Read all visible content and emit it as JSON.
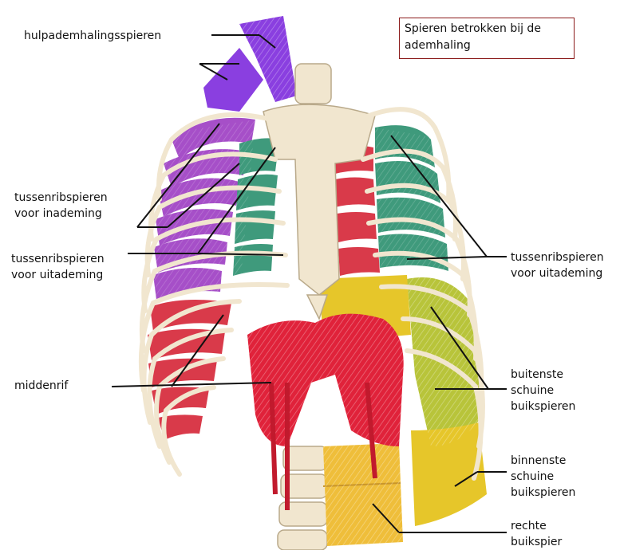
{
  "title": {
    "line1": "Spieren betrokken bij de",
    "line2": "ademhaling"
  },
  "labels": {
    "hulpademhalingsspieren": "hulpademhalingsspieren",
    "tussenrib_inademing": {
      "line1": "tussenribspieren",
      "line2": "voor inademing"
    },
    "tussenrib_uitademing_left": {
      "line1": "tussenribspieren",
      "line2": "voor uitademing"
    },
    "tussenrib_uitademing_right": {
      "line1": "tussenribspieren",
      "line2": "voor uitademing"
    },
    "middenrif": "middenrif",
    "buitenste_schuine": {
      "line1": "buitenste",
      "line2": "schuine",
      "line3": "buikspieren"
    },
    "binnenste_schuine": {
      "line1": "binnenste",
      "line2": "schuine",
      "line3": "buikspieren"
    },
    "rechte_buikspier": {
      "line1": "rechte",
      "line2": "buikspier"
    }
  },
  "colors": {
    "rib_bone": "#f1e6cf",
    "rib_outline": "#b9a98a",
    "inspiratory_intercostals": "#a64fc8",
    "expiratory_intercostals": "#3f9a7c",
    "accessory_muscles": "#8a3fe0",
    "diaphragm": "#e0223a",
    "internal_intercostals_red": "#d93a4a",
    "oblique_external": "#b8c43a",
    "oblique_internal": "#e6c62a",
    "rectus": "#efbe3a",
    "title_border": "#8b1a1a",
    "leader_line": "#111111"
  }
}
